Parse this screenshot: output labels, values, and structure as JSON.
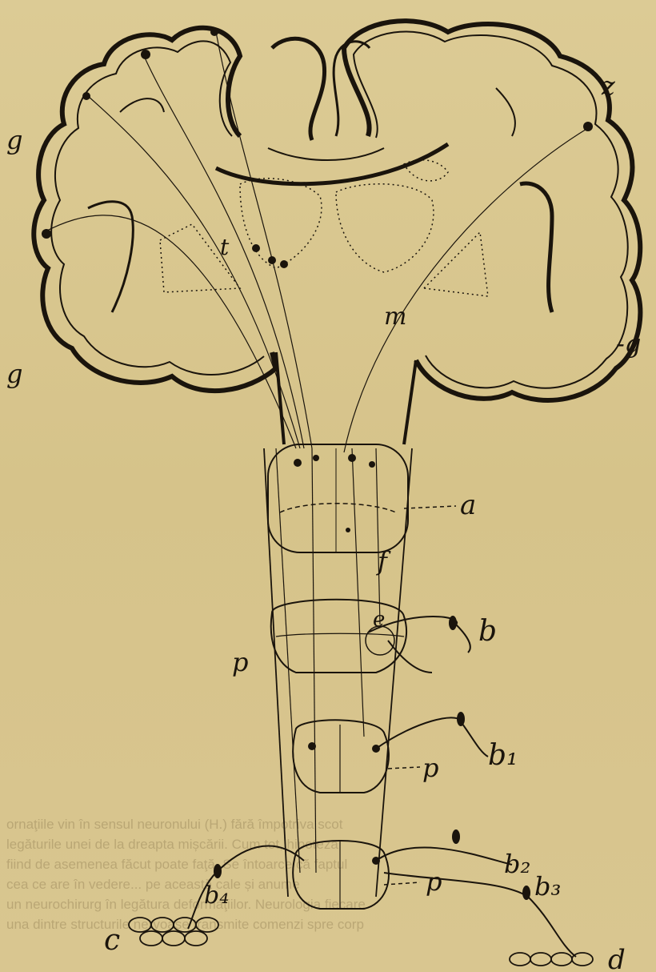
{
  "figure": {
    "labels": {
      "g_top_right": "z",
      "g_left_upper": "g",
      "g_left_lower": "g",
      "g_right_lower": "-g",
      "t": "t",
      "m": "m",
      "a": "a",
      "f": "f",
      "e": "e",
      "b": "b",
      "p_left": "p",
      "p_mid": "p",
      "p_low": "p",
      "b1": "b₁",
      "b2": "b₂",
      "b3": "b₃",
      "b4": "b₄",
      "c": "c",
      "d": "d"
    }
  },
  "background_text": {
    "lines": [
      "ornaţiile vin în sensul neuronului (H.) fără împotriva scot",
      "legăturile unei de la dreapta mișcării. Cum tot, hipoteza",
      "fiind de asemenea făcut poate faţă. Se întoarce că faptul",
      "cea ce are în vedere... pe această cale și anume",
      "un neurochirurg în legătura deformaţiilor. Neurologia fiecare",
      "una dintre structurile nervoase transmite comenzi spre corp"
    ]
  }
}
